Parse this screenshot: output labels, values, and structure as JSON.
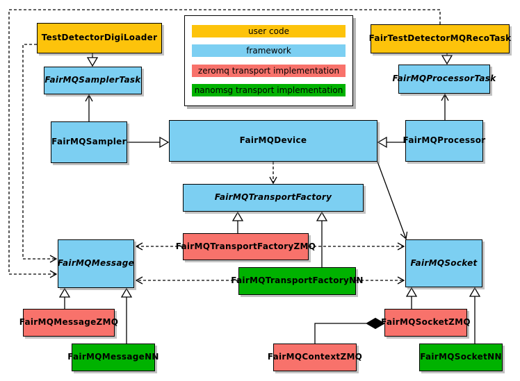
{
  "diagram": {
    "legend": {
      "items": [
        {
          "id": "user-code",
          "label": "user code",
          "color": "#FDC30B"
        },
        {
          "id": "framework",
          "label": "framework",
          "color": "#7CCFF2"
        },
        {
          "id": "zeromq",
          "label": "zeromq transport implementation",
          "color": "#F8726B"
        },
        {
          "id": "nanomsg",
          "label": "nanomsg transport implementation",
          "color": "#00B200"
        }
      ]
    },
    "nodes": {
      "TestDetectorDigiLoader": {
        "label": "TestDetectorDigiLoader",
        "category": "user-code",
        "abstract": false
      },
      "FairMQSamplerTask": {
        "label": "FairMQSamplerTask",
        "category": "framework",
        "abstract": true
      },
      "FairMQSampler": {
        "label": "FairMQSampler",
        "category": "framework",
        "abstract": false
      },
      "FairMQDevice": {
        "label": "FairMQDevice",
        "category": "framework",
        "abstract": false
      },
      "FairTestDetectorMQRecoTask": {
        "label": "FairTestDetectorMQRecoTask",
        "category": "user-code",
        "abstract": false
      },
      "FairMQProcessorTask": {
        "label": "FairMQProcessorTask",
        "category": "framework",
        "abstract": true
      },
      "FairMQProcessor": {
        "label": "FairMQProcessor",
        "category": "framework",
        "abstract": false
      },
      "FairMQTransportFactory": {
        "label": "FairMQTransportFactory",
        "category": "framework",
        "abstract": true
      },
      "FairMQTransportFactoryZMQ": {
        "label": "FairMQTransportFactoryZMQ",
        "category": "zeromq",
        "abstract": false
      },
      "FairMQTransportFactoryNN": {
        "label": "FairMQTransportFactoryNN",
        "category": "nanomsg",
        "abstract": false
      },
      "FairMQMessage": {
        "label": "FairMQMessage",
        "category": "framework",
        "abstract": true
      },
      "FairMQSocket": {
        "label": "FairMQSocket",
        "category": "framework",
        "abstract": true
      },
      "FairMQMessageZMQ": {
        "label": "FairMQMessageZMQ",
        "category": "zeromq",
        "abstract": false
      },
      "FairMQMessageNN": {
        "label": "FairMQMessageNN",
        "category": "nanomsg",
        "abstract": false
      },
      "FairMQSocketZMQ": {
        "label": "FairMQSocketZMQ",
        "category": "zeromq",
        "abstract": false
      },
      "FairMQContextZMQ": {
        "label": "FairMQContextZMQ",
        "category": "zeromq",
        "abstract": false
      },
      "FairMQSocketNN": {
        "label": "FairMQSocketNN",
        "category": "nanomsg",
        "abstract": false
      }
    },
    "relationships": [
      {
        "type": "inheritance",
        "from": "TestDetectorDigiLoader",
        "to": "FairMQSamplerTask"
      },
      {
        "type": "inheritance",
        "from": "FairTestDetectorMQRecoTask",
        "to": "FairMQProcessorTask"
      },
      {
        "type": "inheritance",
        "from": "FairMQSampler",
        "to": "FairMQDevice"
      },
      {
        "type": "inheritance",
        "from": "FairMQProcessor",
        "to": "FairMQDevice"
      },
      {
        "type": "inheritance",
        "from": "FairMQTransportFactoryZMQ",
        "to": "FairMQTransportFactory"
      },
      {
        "type": "inheritance",
        "from": "FairMQTransportFactoryNN",
        "to": "FairMQTransportFactory"
      },
      {
        "type": "inheritance",
        "from": "FairMQMessageZMQ",
        "to": "FairMQMessage"
      },
      {
        "type": "inheritance",
        "from": "FairMQMessageNN",
        "to": "FairMQMessage"
      },
      {
        "type": "inheritance",
        "from": "FairMQSocketZMQ",
        "to": "FairMQSocket"
      },
      {
        "type": "inheritance",
        "from": "FairMQSocketNN",
        "to": "FairMQSocket"
      },
      {
        "type": "association",
        "from": "FairMQSampler",
        "to": "FairMQSamplerTask"
      },
      {
        "type": "association",
        "from": "FairMQProcessor",
        "to": "FairMQProcessorTask"
      },
      {
        "type": "association",
        "from": "FairMQDevice",
        "to": "FairMQSocket"
      },
      {
        "type": "dependency",
        "from": "FairMQDevice",
        "to": "FairMQTransportFactory"
      },
      {
        "type": "dependency",
        "from": "TestDetectorDigiLoader",
        "to": "FairMQMessage"
      },
      {
        "type": "dependency",
        "from": "FairTestDetectorMQRecoTask",
        "to": "FairMQMessage"
      },
      {
        "type": "dependency",
        "from": "FairMQTransportFactoryZMQ",
        "to": "FairMQMessage"
      },
      {
        "type": "dependency",
        "from": "FairMQTransportFactoryZMQ",
        "to": "FairMQSocket"
      },
      {
        "type": "dependency",
        "from": "FairMQTransportFactoryNN",
        "to": "FairMQMessage"
      },
      {
        "type": "dependency",
        "from": "FairMQTransportFactoryNN",
        "to": "FairMQSocket"
      },
      {
        "type": "composition",
        "from": "FairMQContextZMQ",
        "to": "FairMQSocketZMQ"
      }
    ]
  }
}
